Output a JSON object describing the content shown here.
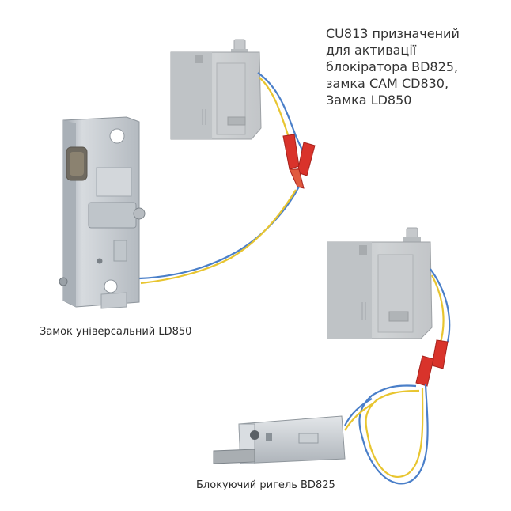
{
  "description": {
    "lines": [
      "CU813 призначений",
      "для активації",
      "блокіратора BD825,",
      "замка CAM CD830,",
      "Замка LD850"
    ]
  },
  "captions": {
    "lock": "Замок універсальний LD850",
    "bolt": "Блокуючий ригель BD825"
  },
  "colors": {
    "background": "#ffffff",
    "module_grey": "#c9ccce",
    "wire_blue": "#4a7fc9",
    "wire_yellow": "#e8c530",
    "connector_red": "#d9332b",
    "metal": "#c8cdd2"
  }
}
